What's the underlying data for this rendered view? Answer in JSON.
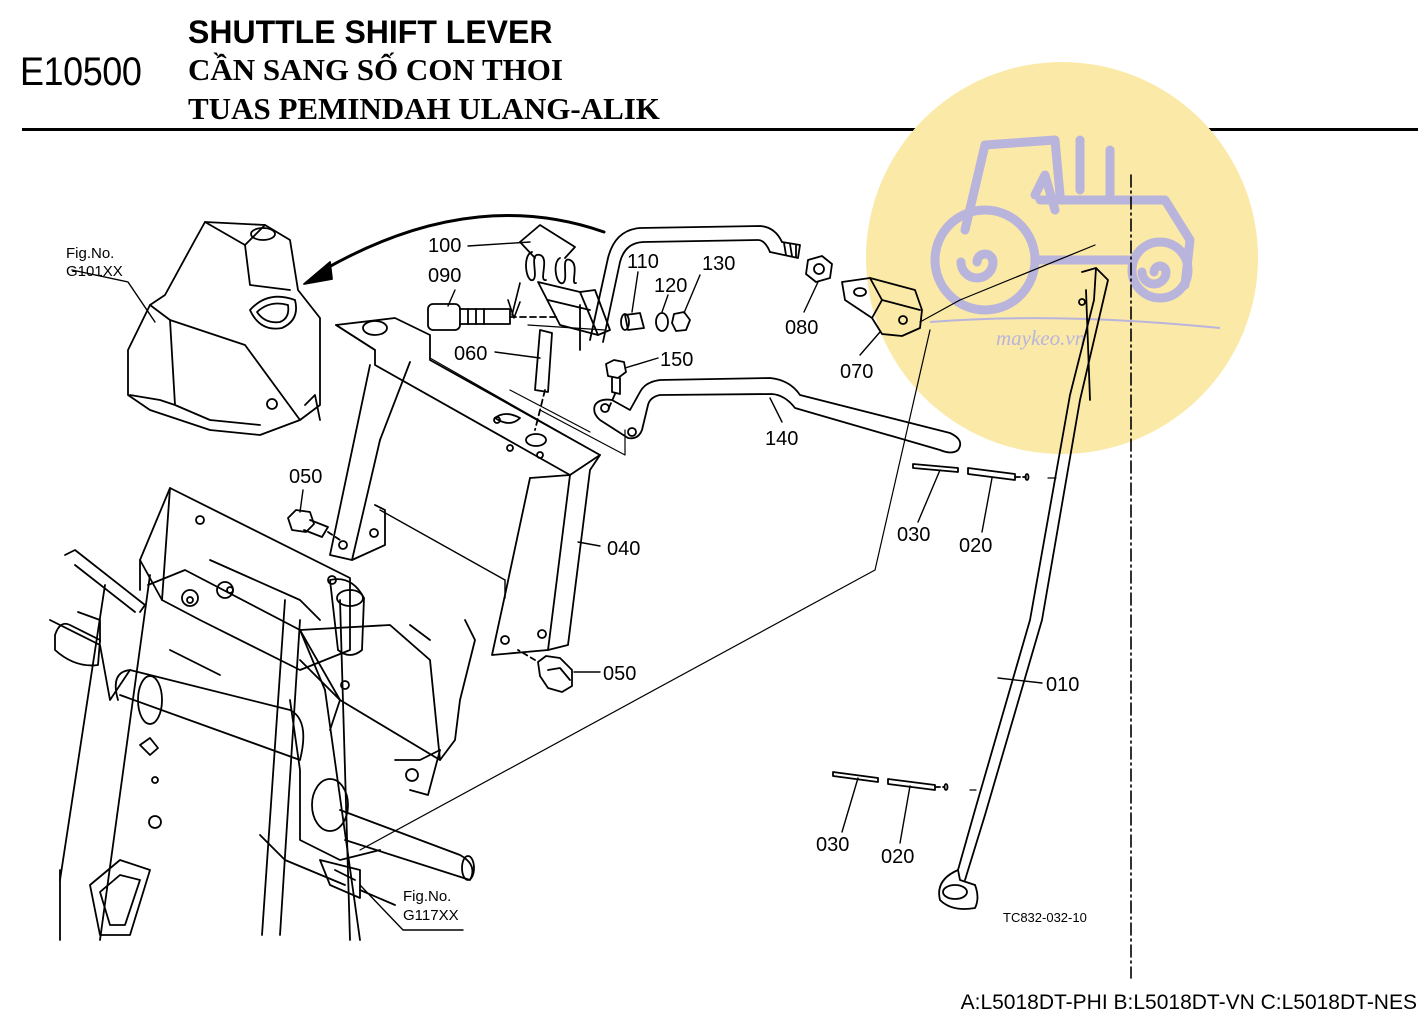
{
  "header": {
    "code": "E10500",
    "title_en": "SHUTTLE SHIFT LEVER",
    "title_vi": "CẦN SANG SỐ CON THOI",
    "title_ms": "TUAS PEMINDAH ULANG-ALIK"
  },
  "figure_refs": {
    "top_label": "Fig.No.",
    "top_code": "G101XX",
    "bottom_label": "Fig.No.",
    "bottom_code": "G117XX"
  },
  "parts": {
    "p010": "010",
    "p020a": "020",
    "p020b": "020",
    "p030a": "030",
    "p030b": "030",
    "p040": "040",
    "p050a": "050",
    "p050b": "050",
    "p060": "060",
    "p070": "070",
    "p080": "080",
    "p090": "090",
    "p100": "100",
    "p110": "110",
    "p120": "120",
    "p130": "130",
    "p140": "140",
    "p150": "150"
  },
  "drawing_code": "TC832-032-10",
  "watermark": {
    "text": "maykeo.vn",
    "circle_color": "#fbe9a8",
    "logo_color": "#b9b4dc"
  },
  "footer": "A:L5018DT-PHI B:L5018DT-VN C:L5018DT-NES"
}
